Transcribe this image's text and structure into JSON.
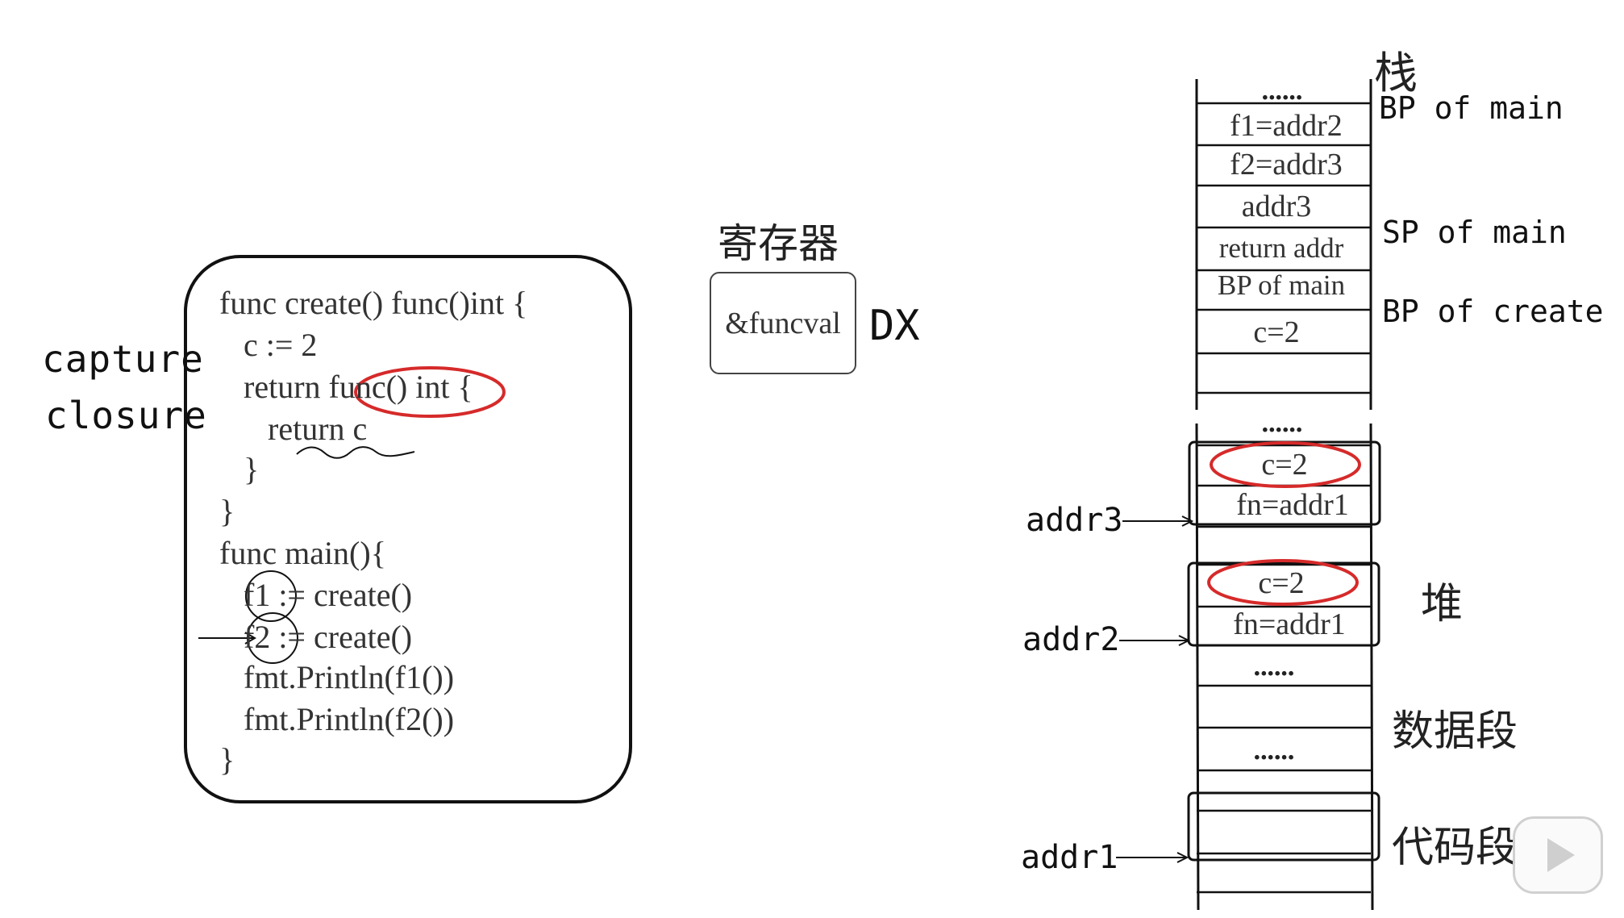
{
  "left": {
    "side_label": [
      "capture",
      "closure"
    ],
    "code_lines": [
      "func create() func()int {",
      "   c := 2",
      "   return func() int {",
      "      return c",
      "   }",
      "}",
      "func main(){",
      "   f1 := create()",
      "   f2 := create()",
      "   fmt.Println(f1())",
      "   fmt.Println(f2())",
      "}"
    ]
  },
  "register": {
    "title": "寄存器",
    "value": "&funcval",
    "name": "DX"
  },
  "stack": {
    "title": "栈",
    "cells": [
      "f1=addr2",
      "f2=addr3",
      "addr3",
      "return addr",
      "BP of main",
      "c=2"
    ],
    "dots": "......",
    "notes": [
      "BP of main",
      "SP of main",
      "BP of create"
    ]
  },
  "heap": {
    "title": "堆",
    "obj3": [
      "c=2",
      "fn=addr1"
    ],
    "obj2": [
      "c=2",
      "fn=addr1"
    ]
  },
  "segments": {
    "data": "数据段",
    "code": "代码段"
  },
  "addresses": [
    "addr3",
    "addr2",
    "addr1"
  ],
  "colors": {
    "highlight": "#d62a2a",
    "line": "#111111"
  }
}
